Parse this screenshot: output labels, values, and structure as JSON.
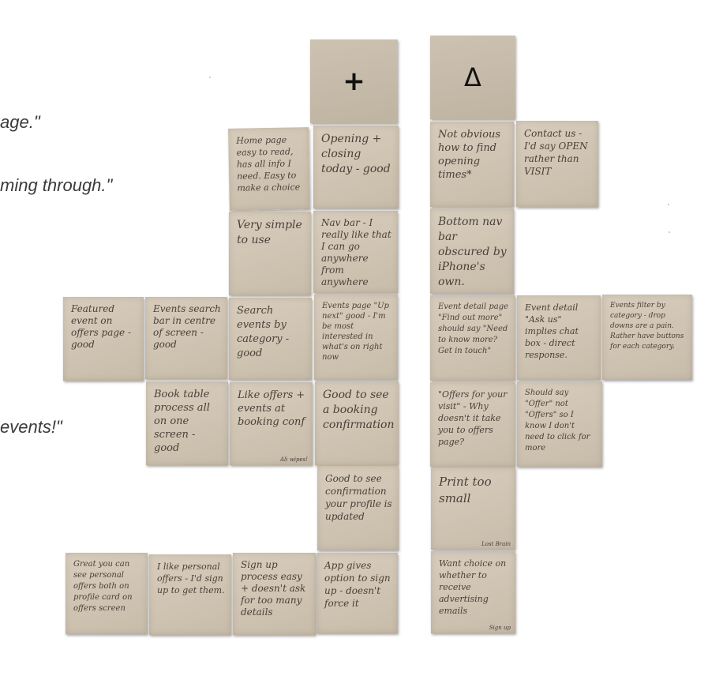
{
  "quotes": [
    "age.\"",
    "ming through.\"",
    "events!\""
  ],
  "headers": {
    "plus": "+",
    "delta": "Δ"
  },
  "left_notes": {
    "home_page": "Home page easy to read, has all info I need. Easy to make a choice",
    "opening": "Opening + closing today - good",
    "very_simple": "Very simple to use",
    "nav_bar": "Nav bar - I really like that I can go anywhere from anywhere",
    "featured_event": "Featured event on offers page - good",
    "events_search": "Events search bar in centre of screen - good",
    "search_events": "Search events by category - good",
    "events_page": "Events page \"Up next\" good - I'm be most interested in what's on right now",
    "book_table": "Book table process all on one screen - good",
    "like_offers": "Like offers + events at booking conf",
    "like_offers_sig": "Ali wipes!",
    "good_booking": "Good to see a booking confirmation",
    "good_profile": "Good to see confirmation your profile is updated",
    "great_personal": "Great you can see personal offers both on profile card on offers screen",
    "personal_offers": "I like personal offers - I'd sign up to get them.",
    "sign_up": "Sign up process easy + doesn't ask for too many details",
    "app_gives": "App gives option to sign up - doesn't force it"
  },
  "right_notes": {
    "not_obvious": "Not obvious how to find opening times*",
    "contact_us": "Contact us - I'd say OPEN rather than VISIT",
    "bottom_nav": "Bottom nav bar obscured by iPhone's own.",
    "event_detail_find": "Event detail page \"Find out more\" should say \"Need to know more? Get in touch\"",
    "event_detail_ask": "Event detail \"Ask us\" implies chat box - direct response.",
    "events_filter": "Events filter by category - drop downs are a pain. Rather have buttons for each category.",
    "offers_visit": "\"Offers for your visit\" - Why doesn't it take you to offers page?",
    "should_say": "Should say \"Offer\" not \"Offers\" so I know I don't need to click for more",
    "print_small": "Print too small",
    "print_small_sig": "Lost Brain",
    "want_choice": "Want choice on whether to receive advertising emails",
    "want_choice_sig": "Sign up"
  }
}
